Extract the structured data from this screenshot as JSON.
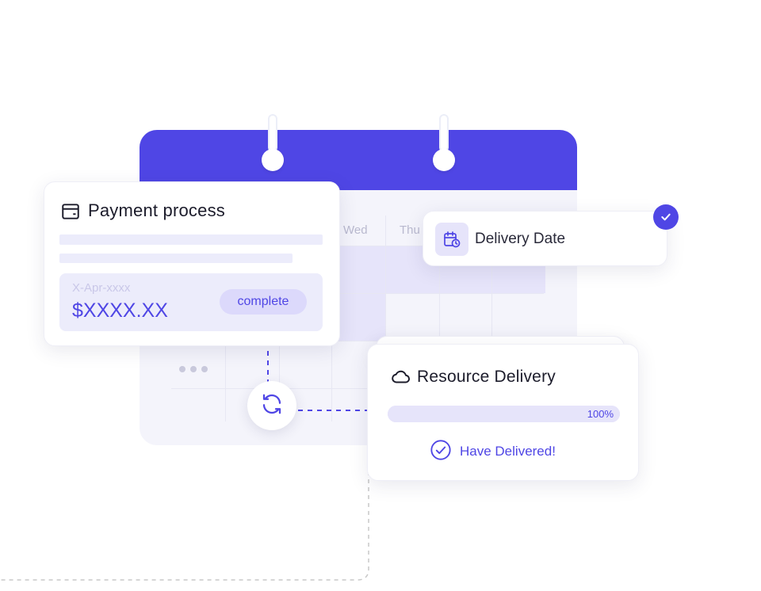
{
  "calendar": {
    "day_names": [
      "Wed",
      "Thu"
    ],
    "accent": "#4f46e5"
  },
  "payment": {
    "title": "Payment process",
    "icon": "card-icon",
    "date_placeholder": "X-Apr-xxxx",
    "amount": "$XXXX.XX",
    "status": "complete"
  },
  "delivery_date": {
    "label": "Delivery Date",
    "icon": "calendar-clock-icon",
    "badge_icon": "check-icon"
  },
  "resource": {
    "title": "Resource Delivery",
    "icon": "cloud-icon",
    "progress": 1.0,
    "progress_label": "100%",
    "status_text": "Have Delivered!",
    "status_icon": "check-circle-icon"
  },
  "connector": {
    "icon": "sync-icon"
  }
}
